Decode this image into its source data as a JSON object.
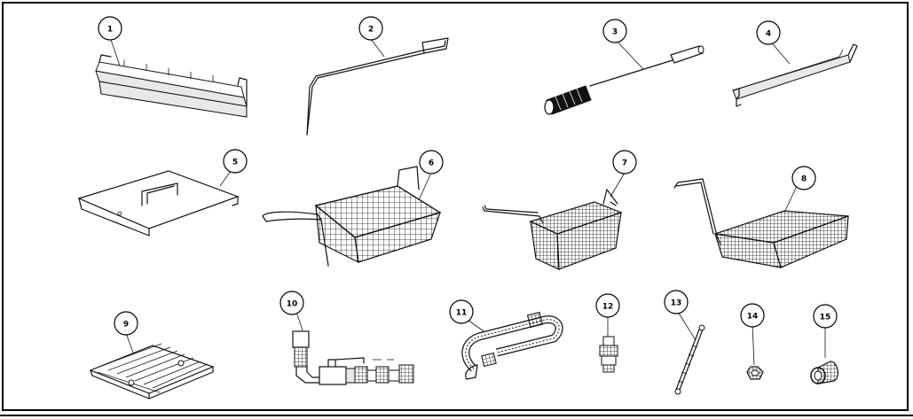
{
  "diagram": {
    "border_color": "#000000",
    "background": "#ffffff",
    "parts": [
      {
        "num": "1",
        "icon": "basket-hanger-rail-icon"
      },
      {
        "num": "2",
        "icon": "wire-rod-icon"
      },
      {
        "num": "3",
        "icon": "cleaning-brush-icon"
      },
      {
        "num": "4",
        "icon": "channel-bracket-icon"
      },
      {
        "num": "5",
        "icon": "fryer-cover-icon"
      },
      {
        "num": "6",
        "icon": "large-fry-basket-icon"
      },
      {
        "num": "7",
        "icon": "twin-fry-basket-icon"
      },
      {
        "num": "8",
        "icon": "long-fry-basket-icon"
      },
      {
        "num": "9",
        "icon": "rack-screen-icon"
      },
      {
        "num": "10",
        "icon": "gas-valve-connector-icon"
      },
      {
        "num": "11",
        "icon": "flexible-gas-hose-icon"
      },
      {
        "num": "12",
        "icon": "quick-disconnect-icon"
      },
      {
        "num": "13",
        "icon": "restraint-chain-icon"
      },
      {
        "num": "14",
        "icon": "hex-nut-icon"
      },
      {
        "num": "15",
        "icon": "pipe-coupling-icon"
      }
    ]
  }
}
